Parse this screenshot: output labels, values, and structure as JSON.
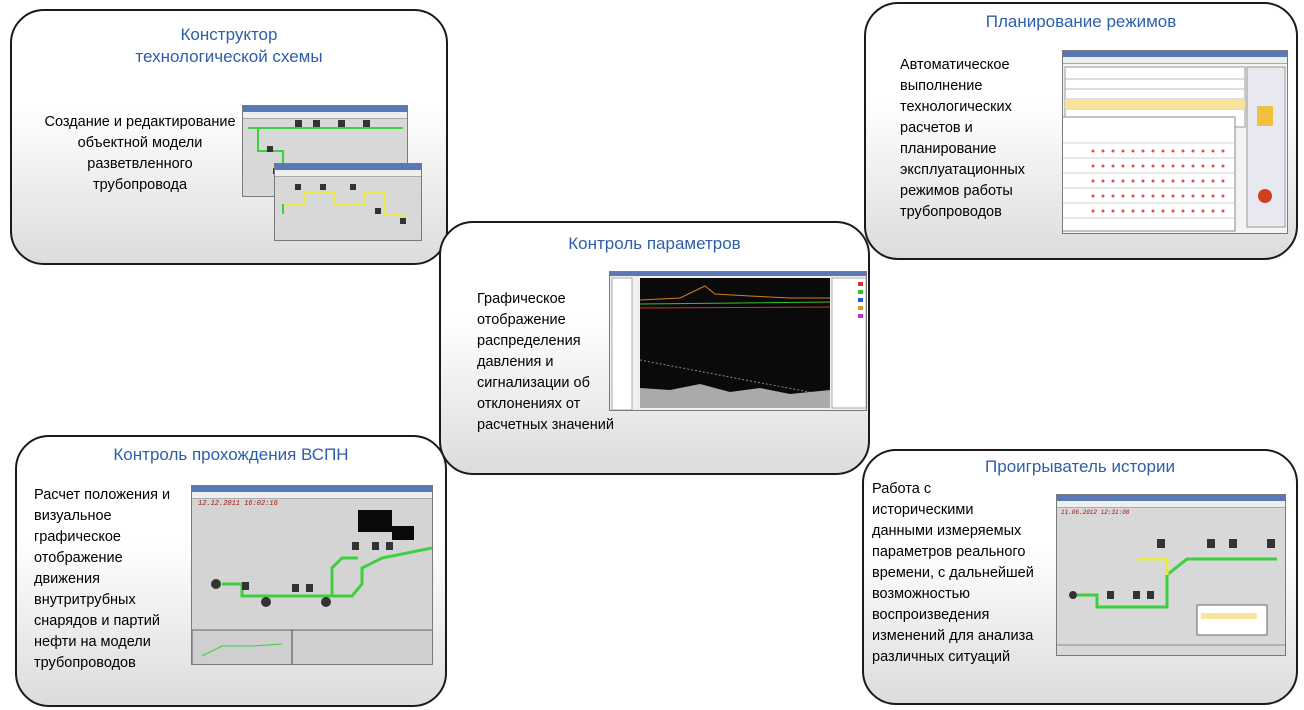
{
  "cards": {
    "constructor": {
      "title_line1": "Конструктор",
      "title_line2": "технологической схемы",
      "desc": [
        "Создание и редактирование",
        "объектной модели",
        "разветвленного",
        "трубопровода"
      ]
    },
    "planning": {
      "title": "Планирование режимов",
      "desc": [
        "Автоматическое",
        "выполнение",
        "технологических",
        "расчетов и",
        "планирование",
        "эксплуатационных",
        "режимов работы",
        "трубопроводов"
      ]
    },
    "params": {
      "title": "Контроль параметров",
      "desc": [
        "Графическое",
        "отображение",
        "распределения",
        "давления и",
        "сигнализации об",
        "отклонениях от",
        "расчетных значений"
      ]
    },
    "vspn": {
      "title": "Контроль прохождения ВСПН",
      "desc": [
        "Расчет положения и",
        "визуальное",
        "графическое",
        "отображение",
        "движения",
        "внутритрубных",
        "снарядов и партий",
        "нефти на модели",
        "трубопроводов"
      ],
      "clock": "12.12.2011 16:02:16"
    },
    "history": {
      "title": "Проигрыватель истории",
      "desc": [
        "Работа с",
        "историческими",
        "данными измеряемых",
        "параметров реального",
        "времени, с дальнейшей",
        "возможностью",
        "воспроизведения",
        "изменений для анализа",
        "различных ситуаций"
      ],
      "clock": "11.06.2012 12:31:08"
    }
  },
  "colors": {
    "title": "#2e5fa8",
    "pipe": "#3ecf3e",
    "border": "#1a1a1a"
  }
}
